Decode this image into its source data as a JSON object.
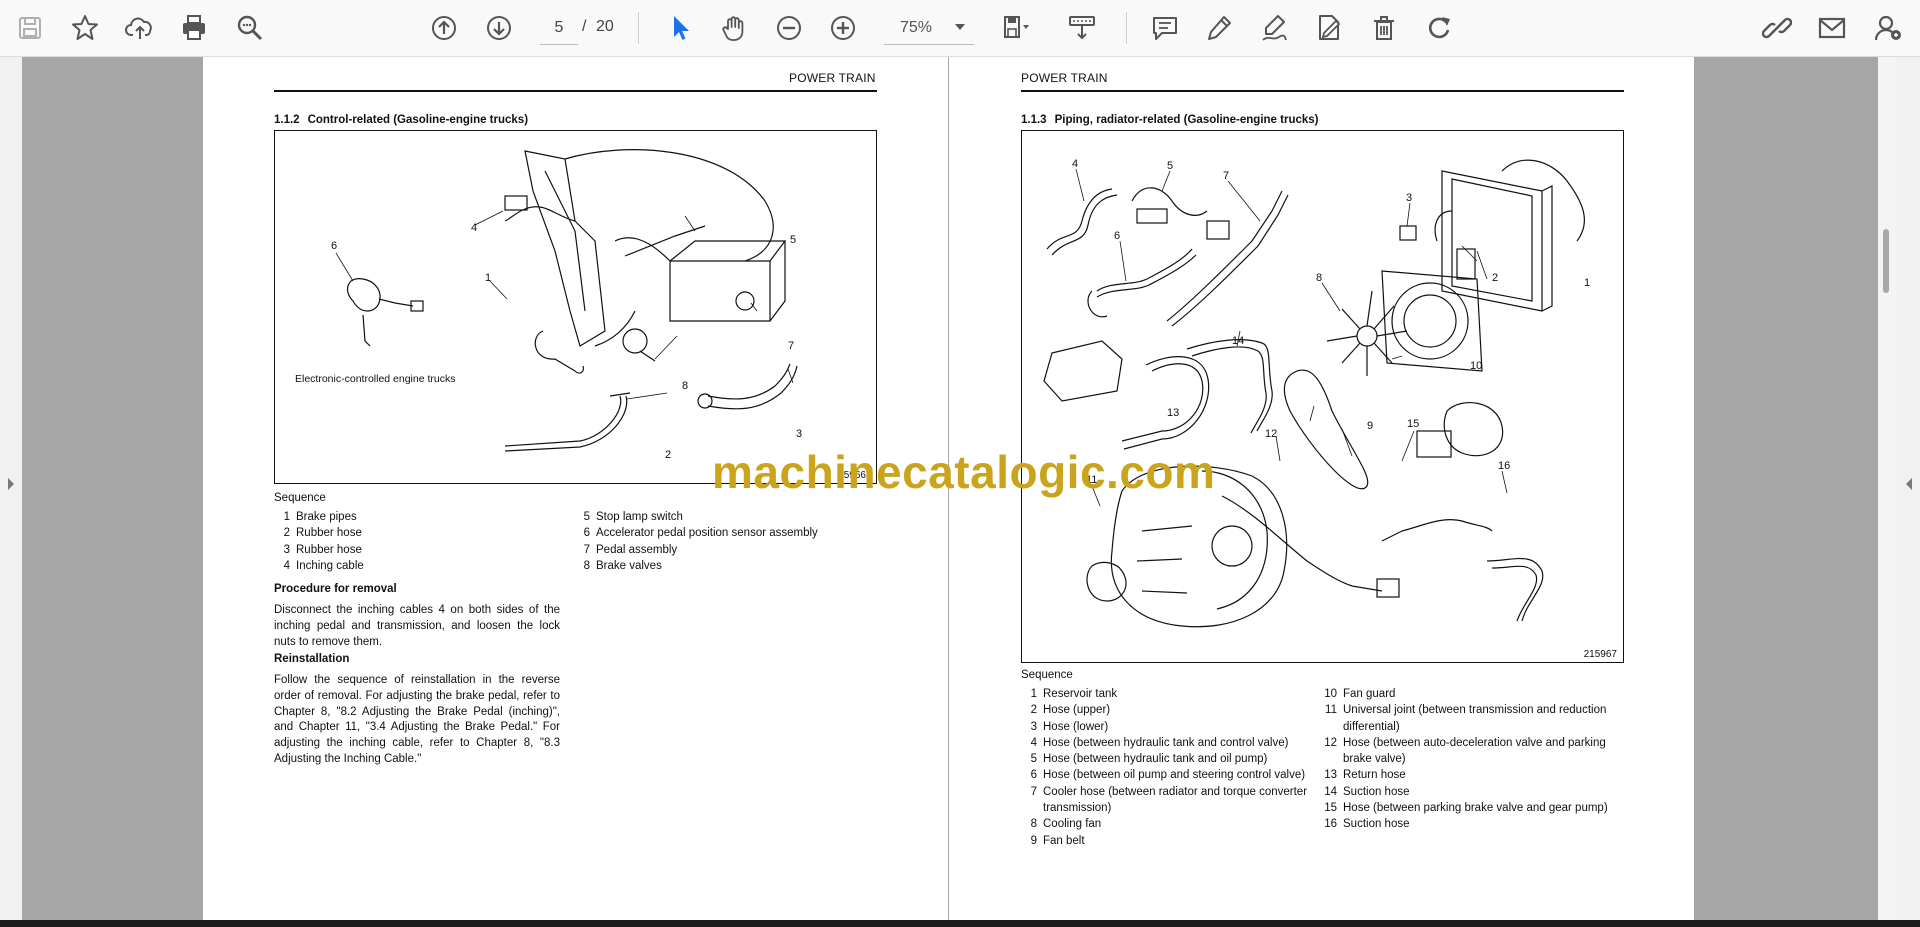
{
  "toolbar": {
    "page_current": "5",
    "page_separator": "/",
    "page_total": "20",
    "zoom": "75%"
  },
  "pages": [
    {
      "header": "POWER TRAIN",
      "section_number": "1.1.2",
      "section_title": "Control-related (Gasoline-engine trucks)",
      "figure_id": "15966",
      "figure_caption": "Electronic-controlled engine trucks",
      "sequence_title": "Sequence",
      "sequence_col1": [
        {
          "n": "1",
          "t": "Brake pipes"
        },
        {
          "n": "2",
          "t": "Rubber hose"
        },
        {
          "n": "3",
          "t": "Rubber hose"
        },
        {
          "n": "4",
          "t": "Inching cable"
        }
      ],
      "sequence_col2": [
        {
          "n": "5",
          "t": "Stop lamp switch"
        },
        {
          "n": "6",
          "t": "Accelerator pedal position sensor assembly"
        },
        {
          "n": "7",
          "t": "Pedal assembly"
        },
        {
          "n": "8",
          "t": "Brake valves"
        }
      ],
      "removal_title": "Procedure for removal",
      "removal_text": "Disconnect the inching cables 4 on both sides of the inching pedal and transmission, and loosen the lock nuts to remove them.",
      "reinstall_title": "Reinstallation",
      "reinstall_text": "Follow the sequence of reinstallation in the reverse order of removal. For adjusting the brake pedal, refer to Chapter 8, \"8.2 Adjusting the Brake Pedal (inching)\", and Chapter 11, \"3.4 Adjusting the Brake Pedal.\" For adjusting the inching cable, refer to Chapter 8, \"8.3 Adjusting the Inching Cable.\""
    },
    {
      "header": "POWER TRAIN",
      "section_number": "1.1.3",
      "section_title": "Piping, radiator-related (Gasoline-engine trucks)",
      "figure_id": "215967",
      "sequence_title": "Sequence",
      "sequence_col1": [
        {
          "n": "1",
          "t": "Reservoir tank"
        },
        {
          "n": "2",
          "t": "Hose (upper)"
        },
        {
          "n": "3",
          "t": "Hose (lower)"
        },
        {
          "n": "4",
          "t": "Hose (between hydraulic tank and control valve)"
        },
        {
          "n": "5",
          "t": "Hose (between hydraulic tank and oil pump)"
        },
        {
          "n": "6",
          "t": "Hose (between oil pump and steering control valve)"
        },
        {
          "n": "7",
          "t": "Cooler hose (between radiator and torque converter transmission)"
        },
        {
          "n": "8",
          "t": "Cooling fan"
        },
        {
          "n": "9",
          "t": "Fan belt"
        }
      ],
      "sequence_col2": [
        {
          "n": "10",
          "t": "Fan guard"
        },
        {
          "n": "11",
          "t": "Universal joint (between transmission and reduction differential)"
        },
        {
          "n": "12",
          "t": "Hose (between auto-deceleration valve and parking brake valve)"
        },
        {
          "n": "13",
          "t": "Return hose"
        },
        {
          "n": "14",
          "t": "Suction hose"
        },
        {
          "n": "15",
          "t": "Hose (between parking brake valve and gear pump)"
        },
        {
          "n": "16",
          "t": "Suction hose"
        }
      ]
    }
  ],
  "figure_callouts": {
    "left": [
      "1",
      "2",
      "3",
      "4",
      "5",
      "6",
      "7",
      "8"
    ],
    "right": [
      "1",
      "2",
      "3",
      "4",
      "5",
      "6",
      "7",
      "8",
      "9",
      "10",
      "11",
      "12",
      "13",
      "14",
      "15",
      "16"
    ]
  },
  "watermark": "machinecatalogic.com",
  "colors": {
    "accent_cursor": "#1a73e8",
    "watermark": "#c9a41c",
    "viewer_bg": "#a6a6a6"
  }
}
